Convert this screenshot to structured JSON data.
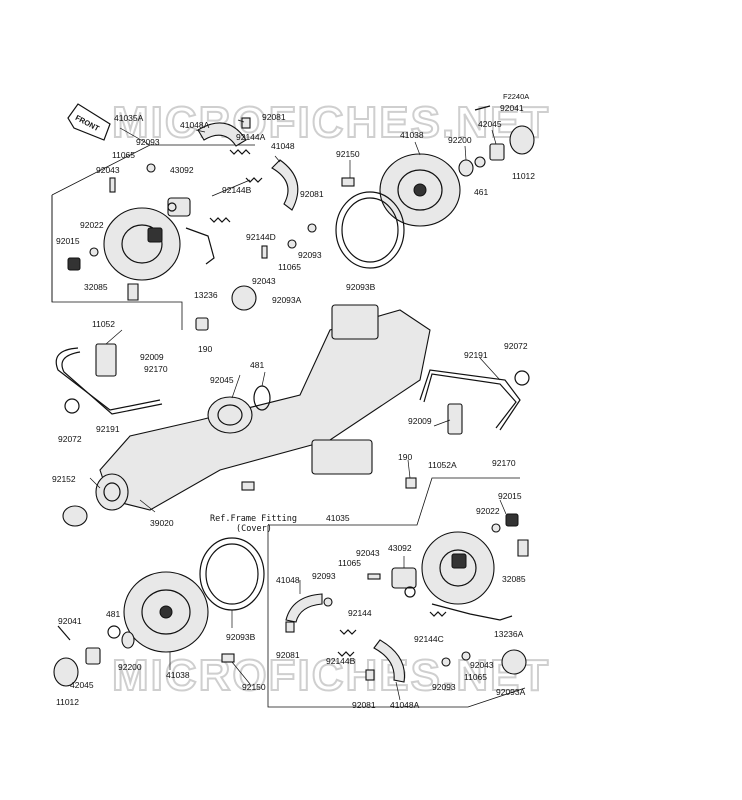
{
  "diagram_code": "F2240A",
  "front_badge": "FRONT",
  "watermark": "MICROFICHES.NET",
  "ref_note_line1": "Ref.Frame Fitting",
  "ref_note_line2": "(Cover)",
  "labels": {
    "l41035A": "41035A",
    "l41048A_top": "41048A",
    "l92081_top": "92081",
    "l92144A": "92144A",
    "l92093_tl": "92093",
    "l41048_top": "41048",
    "l11065_tl": "11065",
    "l43092_top": "43092",
    "l92043_tl": "92043",
    "l92144B_top": "92144B",
    "l92081_mid": "92081",
    "l92022_left": "92022",
    "l92015_left": "92015",
    "l92144D": "92144D",
    "l92093_mid": "92093",
    "l11065_mid": "11065",
    "l92043_mid": "92043",
    "l32085_left": "32085",
    "l13236": "13236",
    "l92093A_top": "92093A",
    "l92150_top": "92150",
    "l41038_top": "41038",
    "l92200_top": "92200",
    "l42045_top": "42045",
    "l92041_top": "92041",
    "l461_top": "461",
    "l11012_top": "11012",
    "l92093B_top": "92093B",
    "l11052": "11052",
    "l190_left": "190",
    "l92009_left": "92009",
    "l92170_left": "92170",
    "l481_top": "481",
    "l92045": "92045",
    "l92072_left": "92072",
    "l92191_left": "92191",
    "l92152": "92152",
    "l39020": "39020",
    "l92191_right": "92191",
    "l92072_right": "92072",
    "l92009_right": "92009",
    "l11052A": "11052A",
    "l92170_right": "92170",
    "l190_right": "190",
    "l41035": "41035",
    "l92015_right": "92015",
    "l92022_right": "92022",
    "l32085_right": "32085",
    "l92043_br": "92043",
    "l43092_bot": "43092",
    "l11065_br": "11065",
    "l41048_bot": "41048",
    "l92093_br": "92093",
    "l92144": "92144",
    "l92144C": "92144C",
    "l13236A": "13236A",
    "l92081_bl": "92081",
    "l92144B_bot": "92144B",
    "l92043_bot2": "92043",
    "l11065_bot2": "11065",
    "l92093_bot2": "92093",
    "l92093A_bot": "92093A",
    "l92081_bot": "92081",
    "l41048A_bot": "41048A",
    "l92093B_bot": "92093B",
    "l92041_bot": "92041",
    "l481_bot": "481",
    "l42045_bot": "42045",
    "l92200_bot": "92200",
    "l41038_bot": "41038",
    "l92150_bot": "92150",
    "l11012_bot": "11012"
  }
}
